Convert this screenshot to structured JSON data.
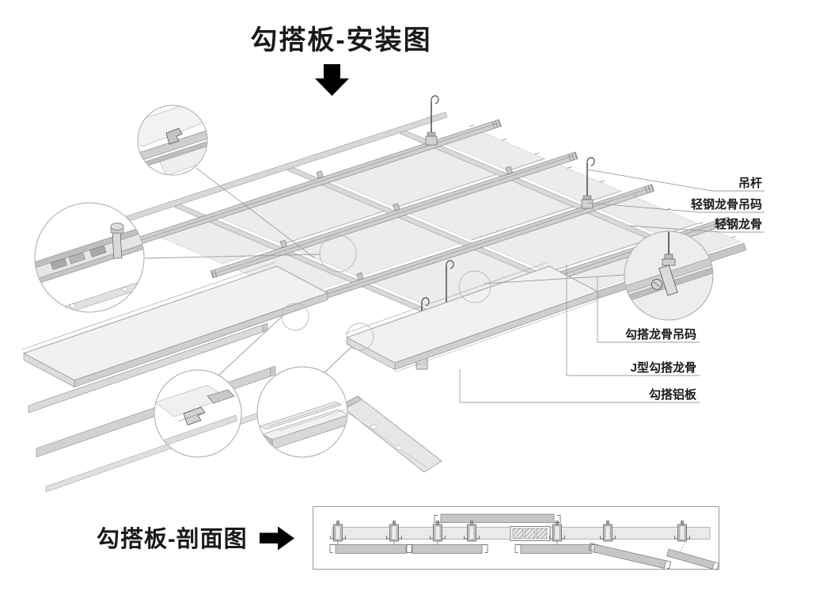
{
  "palette": {
    "background": "#ffffff",
    "line": "#8a8a8a",
    "panel_fill": "#ececec",
    "keel_fill": "#cfcfcf",
    "section_panel_fill": "#c6c6c6",
    "text": "#1a1a1a"
  },
  "installation": {
    "title": "勾搭板-安装图",
    "labels": [
      {
        "text": "吊杆"
      },
      {
        "text": "轻钢龙骨吊码"
      },
      {
        "text": "轻钢龙骨"
      },
      {
        "text": "勾搭龙骨吊码"
      },
      {
        "text": "J型勾搭龙骨"
      },
      {
        "text": "勾搭铝板"
      }
    ]
  },
  "section": {
    "title": "勾搭板-剖面图"
  },
  "icons": {
    "title_pointer": "down-arrow-icon",
    "section_pointer": "right-arrow-icon"
  }
}
